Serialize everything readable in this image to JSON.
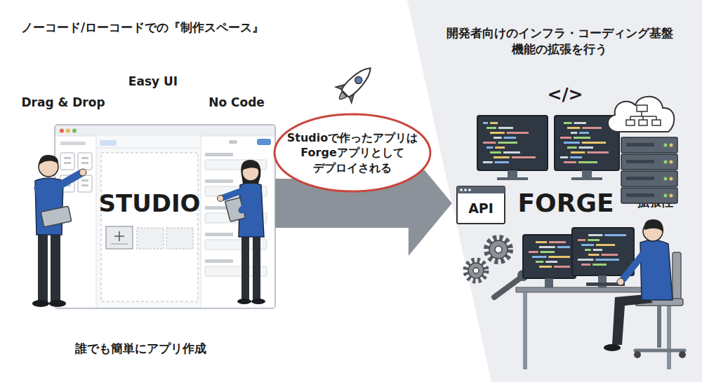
{
  "diagram": {
    "nodes": [
      {
        "text": [
          "STUDIO"
        ]
      },
      {
        "text": [
          "Studioで作ったアプリは Forgeアプリとして デプロイされる"
        ]
      },
      {
        "text": [
          "開発者向けのインフラ・コーディング基盤 機能の拡張を行う",
          "FORGE",
          "拡張性"
        ]
      },
      {
        "text": [
          "API"
        ],
        "in": 2
      }
    ],
    "edges": [
      {
        "from": 0,
        "to": 2,
        "arrow": "to"
      }
    ],
    "labels": [
      "ノーコード/ローコードでの『制作スペース』",
      "Easy UI",
      "Drag & Drop",
      "No Code",
      "誰でも簡単にアプリ作成",
      "</>"
    ]
  }
}
